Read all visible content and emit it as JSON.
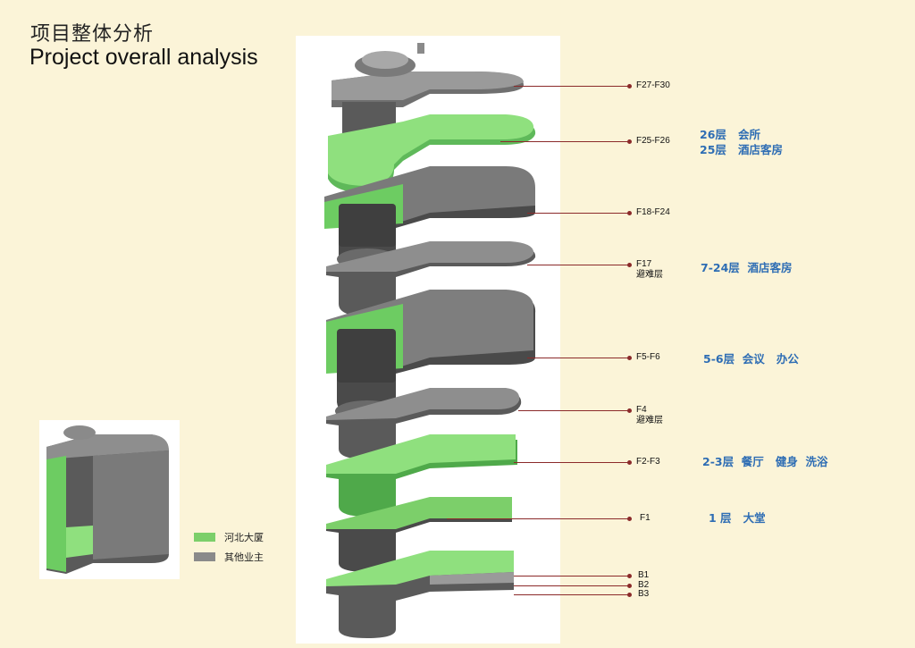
{
  "title_cn": "项目整体分析",
  "title_en": "Project overall analysis",
  "colors": {
    "hebei": "#7ccf6a",
    "others": "#8a8a8a",
    "leader": "#8b2a2a",
    "desc": "#2e6db4"
  },
  "legend": [
    {
      "label": "河北大厦",
      "color": "#7ccf6a"
    },
    {
      "label": "其他业主",
      "color": "#8a8a8a"
    }
  ],
  "floors": [
    {
      "label": "F27-F30",
      "sub": ""
    },
    {
      "label": "F25-F26",
      "sub": ""
    },
    {
      "label": "F18-F24",
      "sub": ""
    },
    {
      "label": "F17",
      "sub": "避难层"
    },
    {
      "label": "F5-F6",
      "sub": ""
    },
    {
      "label": "F4",
      "sub": "避难层"
    },
    {
      "label": "F2-F3",
      "sub": ""
    },
    {
      "label": "F1",
      "sub": ""
    },
    {
      "label": "B1",
      "sub": ""
    },
    {
      "label": "B2",
      "sub": ""
    },
    {
      "label": "B3",
      "sub": ""
    }
  ],
  "descriptions": [
    {
      "text": "26层   会所\n25层   酒店客房"
    },
    {
      "text": "7-24层  酒店客房"
    },
    {
      "text": "5-6层  会议   办公"
    },
    {
      "text": "2-3层  餐厅   健身  洗浴"
    },
    {
      "text": "1 层   大堂"
    }
  ]
}
